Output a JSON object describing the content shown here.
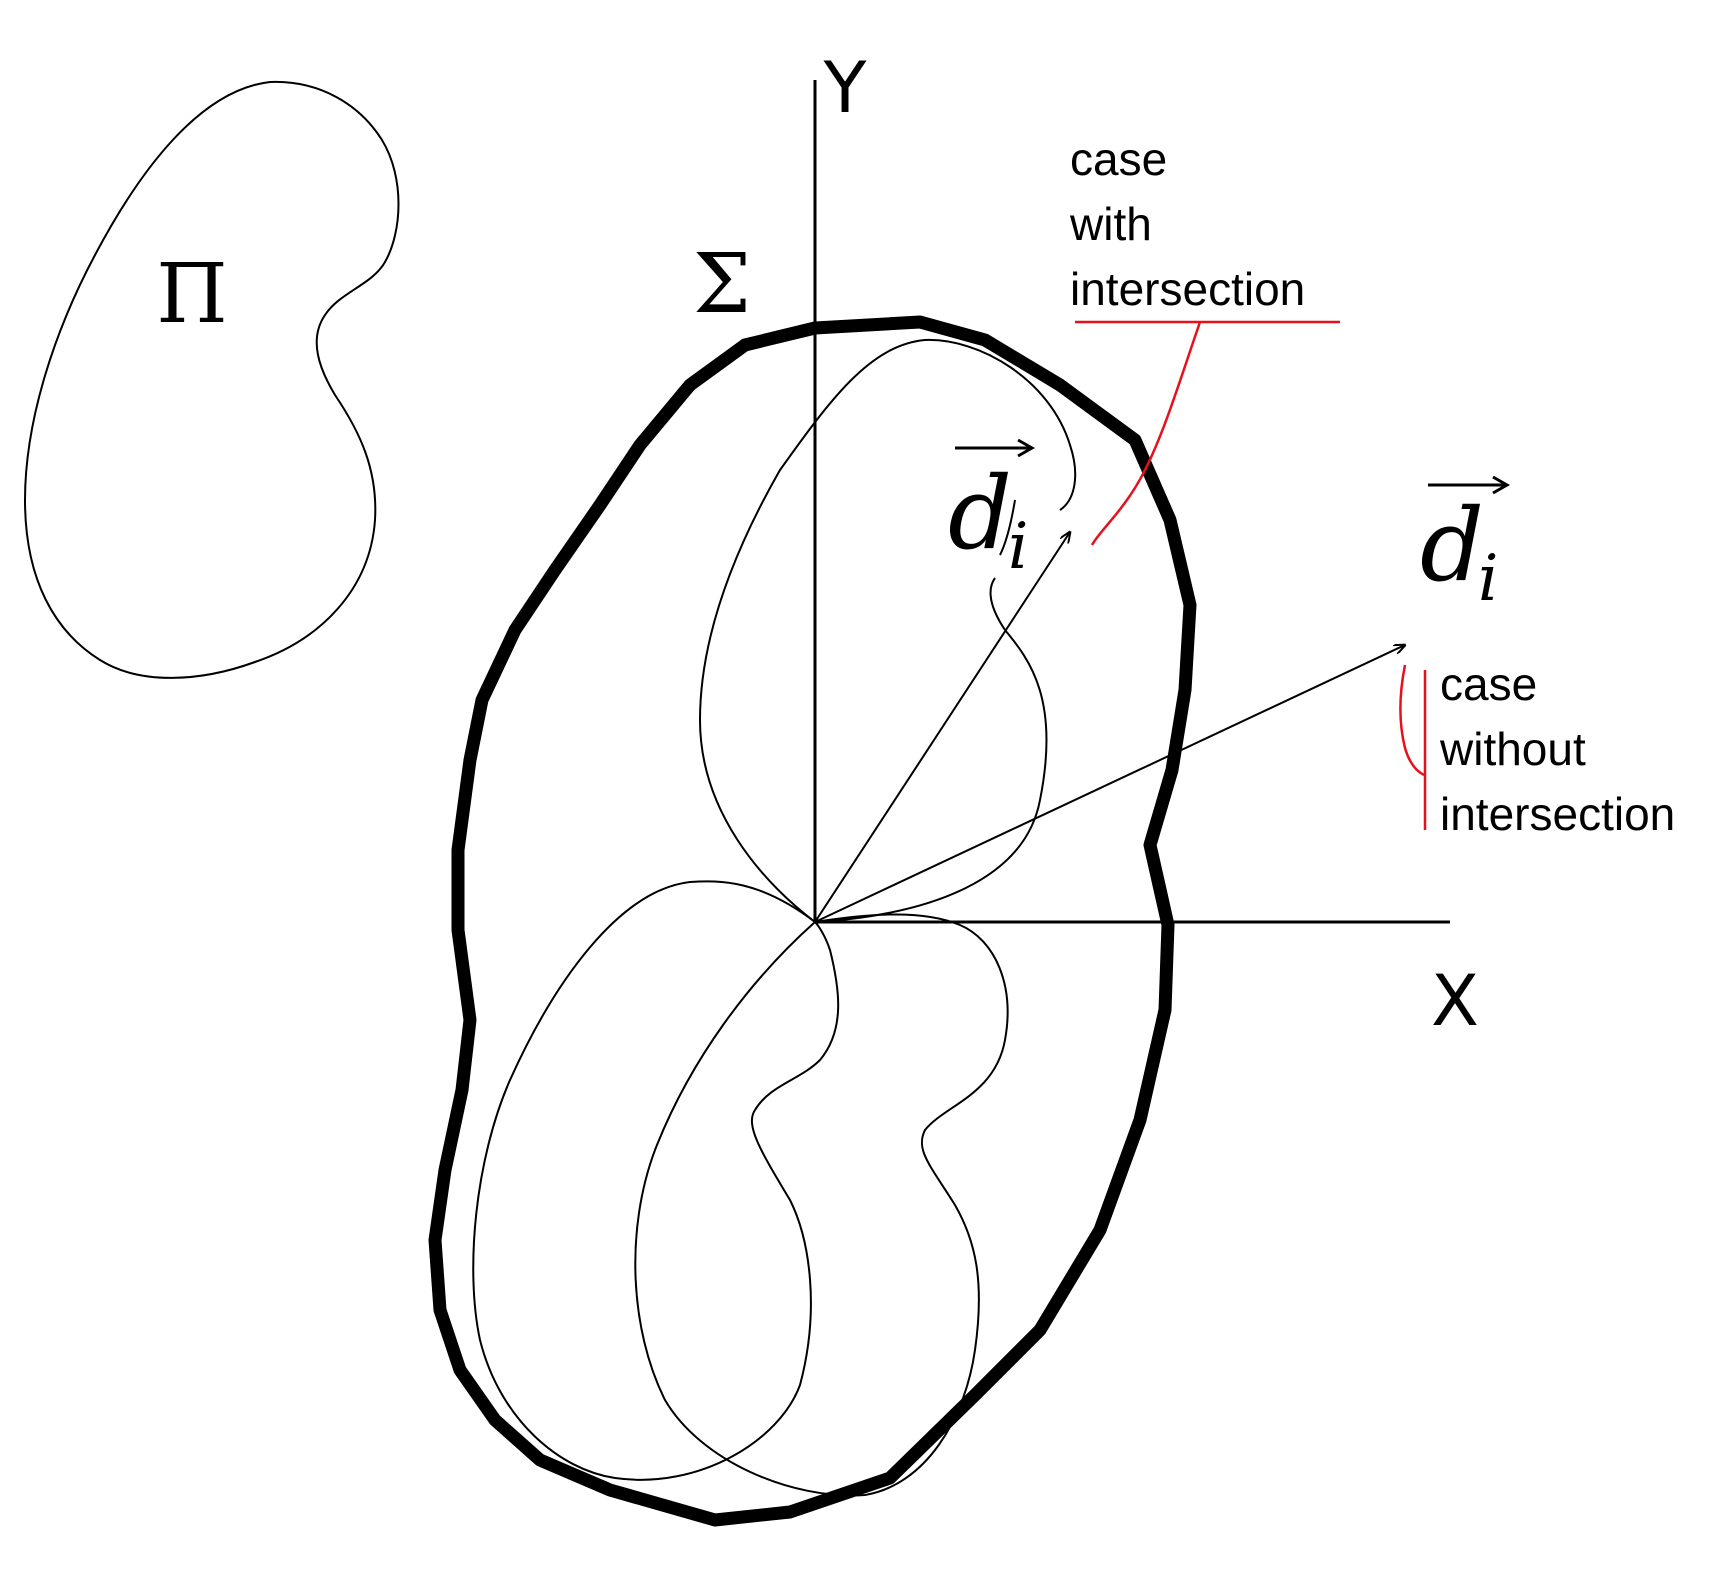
{
  "axes": {
    "x_label": "X",
    "y_label": "Y"
  },
  "regions": {
    "pi_label": "Π",
    "sigma_label": "Σ"
  },
  "vectors": [
    {
      "symbol": "d",
      "subscript": "i"
    },
    {
      "symbol": "d",
      "subscript": "i"
    }
  ],
  "annotations": {
    "with_intersection": [
      "case",
      "with",
      "intersection"
    ],
    "without_intersection": [
      "case",
      "without",
      "intersection"
    ]
  },
  "colors": {
    "curve": "#000000",
    "annotation_line": "#e8101c"
  }
}
